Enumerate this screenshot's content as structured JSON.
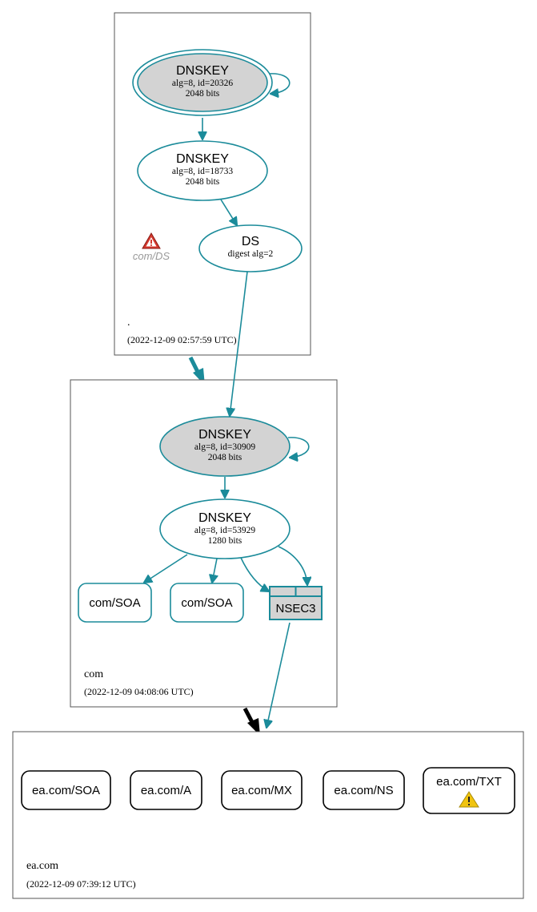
{
  "zones": {
    "root": {
      "name": ".",
      "timestamp": "(2022-12-09 02:57:59 UTC)"
    },
    "com": {
      "name": "com",
      "timestamp": "(2022-12-09 04:08:06 UTC)"
    },
    "ea": {
      "name": "ea.com",
      "timestamp": "(2022-12-09 07:39:12 UTC)"
    }
  },
  "nodes": {
    "root_ksk": {
      "title": "DNSKEY",
      "line1": "alg=8, id=20326",
      "line2": "2048 bits"
    },
    "root_zsk": {
      "title": "DNSKEY",
      "line1": "alg=8, id=18733",
      "line2": "2048 bits"
    },
    "root_ds": {
      "title": "DS",
      "line1": "digest alg=2"
    },
    "root_ds_error": {
      "label": "com/DS"
    },
    "com_ksk": {
      "title": "DNSKEY",
      "line1": "alg=8, id=30909",
      "line2": "2048 bits"
    },
    "com_zsk": {
      "title": "DNSKEY",
      "line1": "alg=8, id=53929",
      "line2": "1280 bits"
    },
    "com_soa_1": {
      "label": "com/SOA"
    },
    "com_soa_2": {
      "label": "com/SOA"
    },
    "com_nsec3": {
      "label": "NSEC3"
    },
    "ea_soa": {
      "label": "ea.com/SOA"
    },
    "ea_a": {
      "label": "ea.com/A"
    },
    "ea_mx": {
      "label": "ea.com/MX"
    },
    "ea_ns": {
      "label": "ea.com/NS"
    },
    "ea_txt": {
      "label": "ea.com/TXT"
    }
  },
  "colors": {
    "edge": "#1b8b9a",
    "key_fill_trust_anchor": "#d3d3d3",
    "nsec_fill": "#d3d3d3",
    "error_icon": "#d43a2f",
    "warning_icon": "#f1c40f",
    "delegation_arrow_secure": "#1b8b9a",
    "delegation_arrow_insecure": "#000000"
  },
  "icons": {
    "ds_error": "error-triangle-icon",
    "txt_warning": "warning-triangle-icon"
  }
}
